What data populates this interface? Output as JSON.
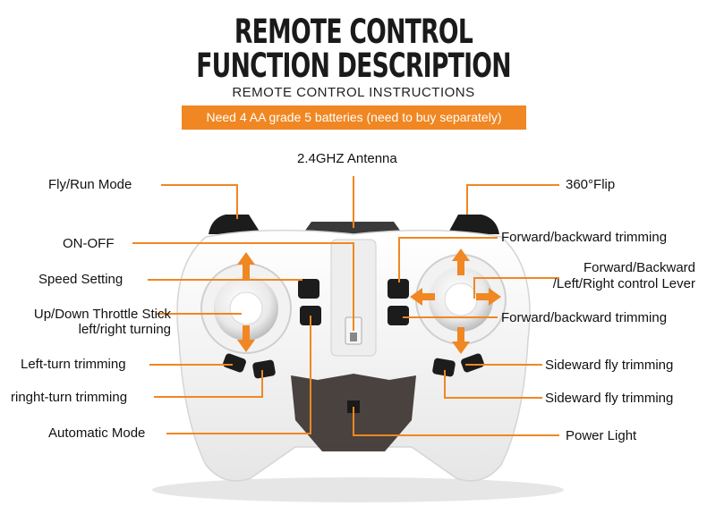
{
  "header": {
    "title_line1": "REMOTE CONTROL",
    "title_line2": "FUNCTION DESCRIPTION",
    "subtitle": "REMOTE CONTROL INSTRUCTIONS",
    "notice": "Need 4 AA grade 5 batteries (need to buy separately)"
  },
  "labels": {
    "antenna": "2.4GHZ Antenna",
    "fly_run_mode": "Fly/Run Mode",
    "flip": "360°Flip",
    "on_off": "ON-OFF",
    "forward_backward_trimming_top": "Forward/backward trimming",
    "speed_setting": "Speed Setting",
    "direction_lever_line1": "Forward/Backward",
    "direction_lever_line2": "/Left/Right control Lever",
    "throttle_line1": "Up/Down Throttle Stick",
    "throttle_line2": "left/right turning",
    "forward_backward_trimming_bottom": "Forward/backward trimming",
    "left_turn_trimming": "Left-turn trimming",
    "sideward_fly_trimming_1": "Sideward fly trimming",
    "right_turn_trimming": "ringht-turn trimming",
    "sideward_fly_trimming_2": "Sideward fly trimming",
    "automatic_mode": "Automatic Mode",
    "power_light": "Power Light"
  },
  "colors": {
    "accent_orange": "#f08722",
    "body_white": "#f7f7f7",
    "button_black": "#1c1c1c",
    "text": "#111111"
  }
}
